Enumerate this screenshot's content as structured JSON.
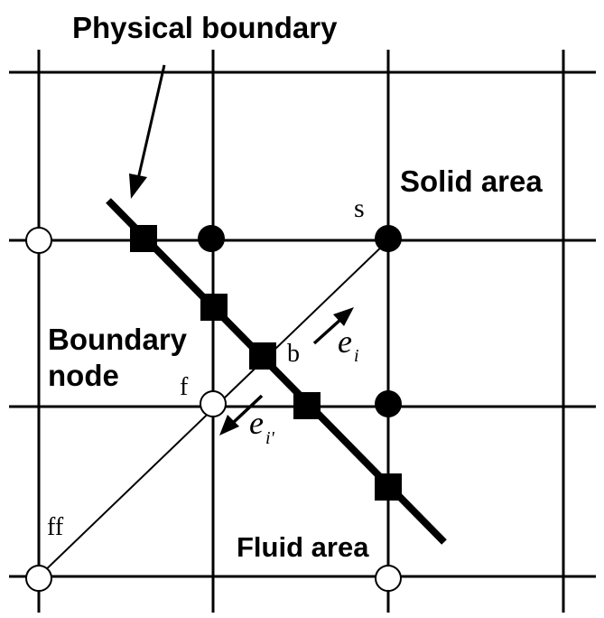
{
  "labels": {
    "physical_boundary": "Physical boundary",
    "solid_area": "Solid area",
    "boundary_node_line1": "Boundary",
    "boundary_node_line2": "node",
    "fluid_area": "Fluid area",
    "node_s": "s",
    "node_b": "b",
    "node_f": "f",
    "node_ff": "ff",
    "vec_e": "e",
    "vec_i_sub": "i",
    "vec_iprime_sub": "i'"
  },
  "colors": {
    "ink": "#000000",
    "background": "#ffffff"
  }
}
